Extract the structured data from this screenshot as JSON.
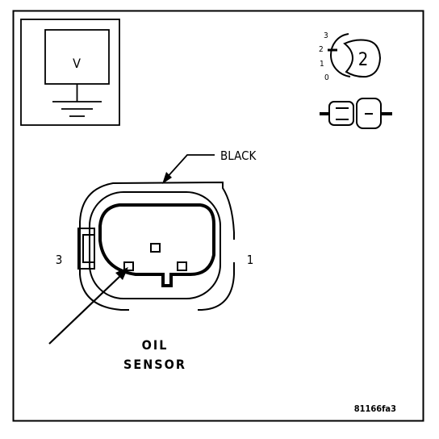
{
  "meter": {
    "label": "V"
  },
  "wire_color": "BLACK",
  "pins": {
    "left": "3",
    "right": "1"
  },
  "component": {
    "line1": "OIL",
    "line2": "SENSOR"
  },
  "meter_legend": {
    "numbers": [
      "3",
      "2",
      "1",
      "0"
    ],
    "dial_value": "2"
  },
  "figure_id": "81166fa3",
  "colors": {
    "ink": "#000000",
    "background": "#ffffff"
  }
}
